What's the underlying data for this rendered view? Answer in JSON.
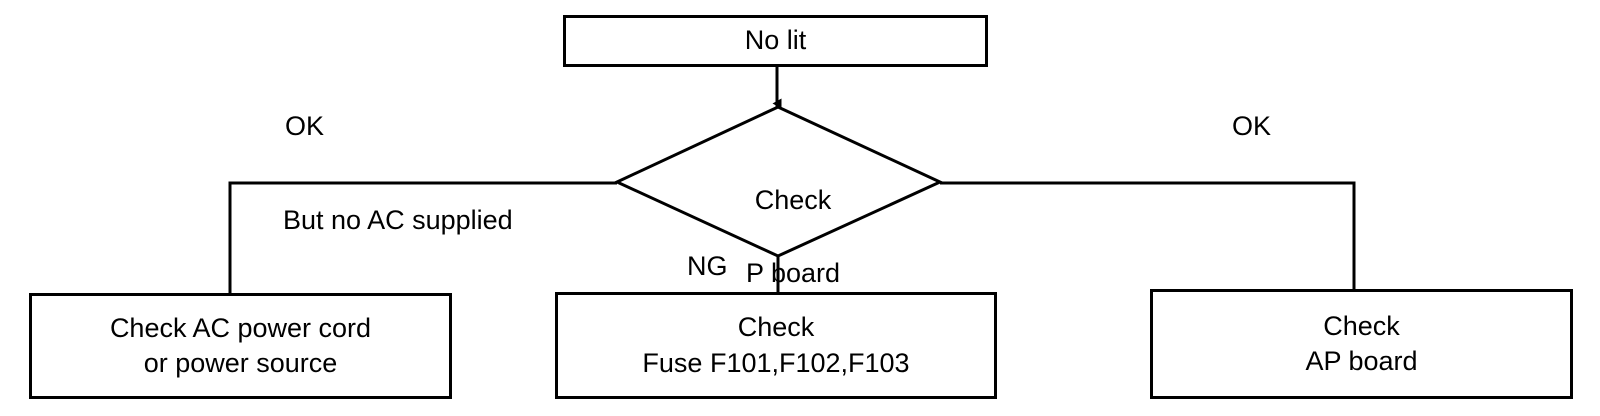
{
  "diagram": {
    "title": "No lit troubleshooting flowchart",
    "stroke_color": "#000000",
    "fill_color": "#ffffff",
    "start": {
      "label": "No lit"
    },
    "decision": {
      "line1": "Check",
      "line2": "P board"
    },
    "edge_labels": {
      "left_ok": "OK",
      "left_note": "But no AC supplied",
      "down_ng": "NG",
      "right_ok": "OK"
    },
    "outcomes": [
      {
        "id": "check-ac-power-cord",
        "line1": "Check AC power cord",
        "line2": "or power source"
      },
      {
        "id": "check-fuse",
        "line1": "Check",
        "line2": "Fuse F101,F102,F103"
      },
      {
        "id": "check-ap-board",
        "line1": "Check",
        "line2": "AP board"
      }
    ]
  }
}
